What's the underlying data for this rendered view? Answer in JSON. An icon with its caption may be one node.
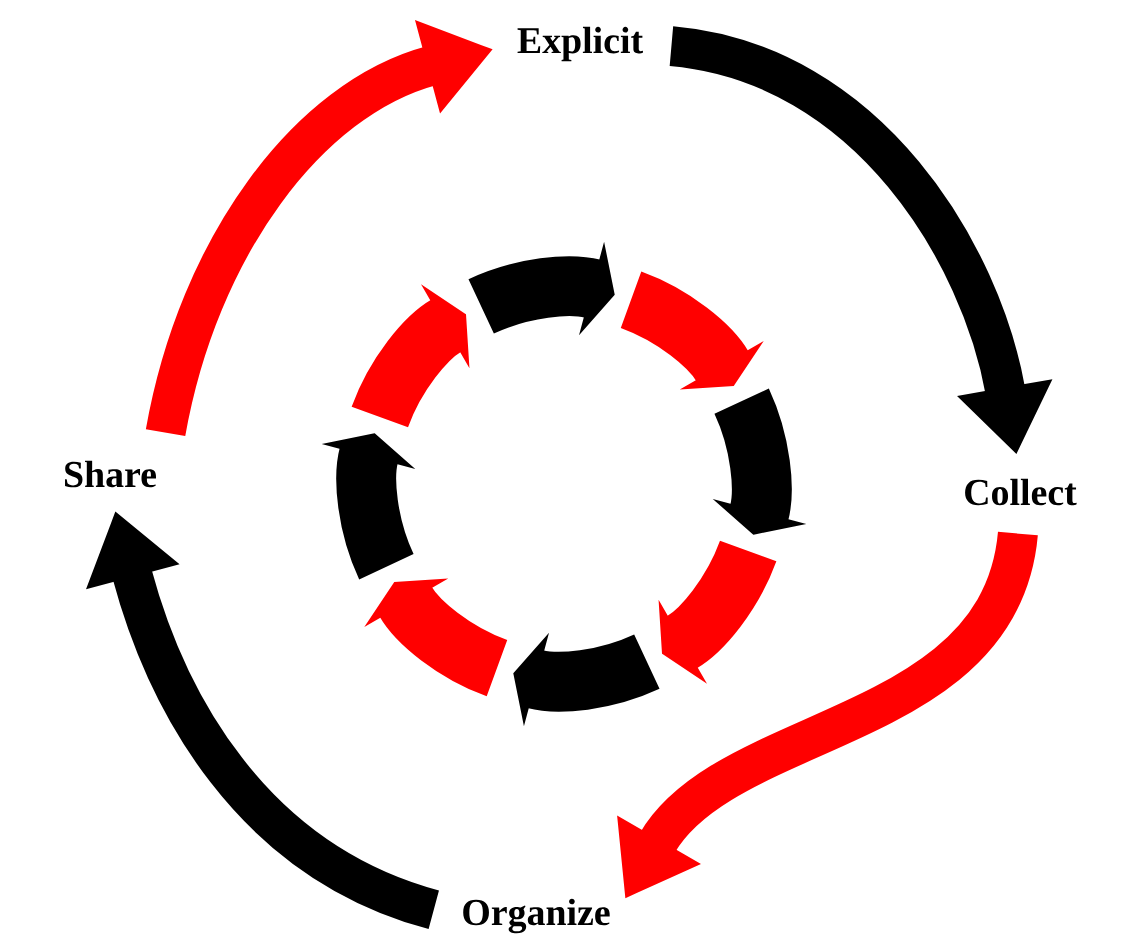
{
  "diagram": {
    "nodes": [
      {
        "text": [
          "Explicit"
        ]
      },
      {
        "text": [
          "Collect"
        ]
      },
      {
        "text": [
          "Organize"
        ]
      },
      {
        "text": [
          "Share"
        ]
      }
    ],
    "edges": [
      {
        "from": 3,
        "to": 0,
        "arrow": "to",
        "color": "#ff0000"
      },
      {
        "from": 0,
        "to": 1,
        "arrow": "to",
        "color": "#000000"
      },
      {
        "from": 1,
        "to": 2,
        "arrow": "to",
        "color": "#ff0000"
      },
      {
        "from": 2,
        "to": 3,
        "arrow": "to",
        "color": "#000000"
      }
    ]
  }
}
